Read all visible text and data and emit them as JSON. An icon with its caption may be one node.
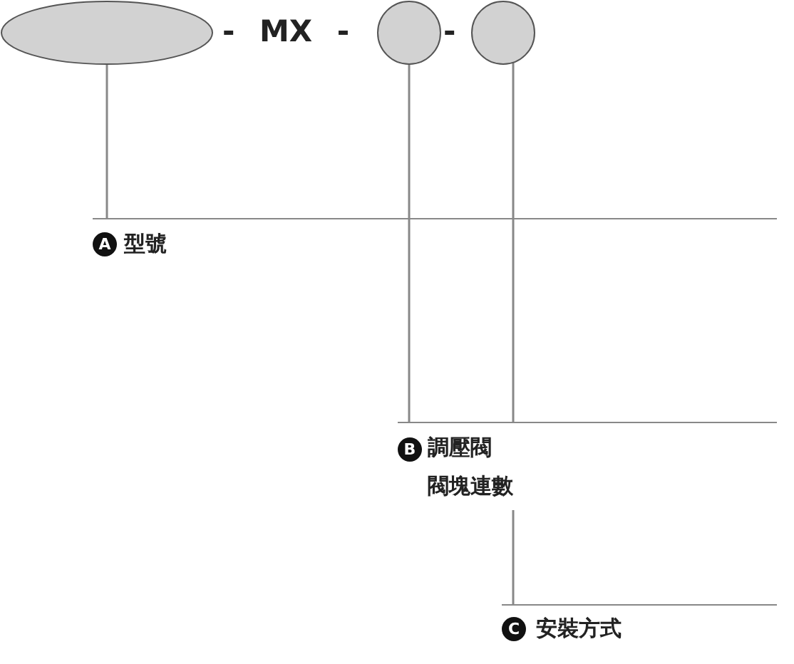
{
  "diagram": {
    "nodes": [
      {
        "text": [],
        "shape": "ellipse"
      },
      {
        "text": [],
        "shape": "circle"
      },
      {
        "text": [],
        "shape": "circle"
      },
      {
        "text": [
          "A",
          "型號"
        ]
      },
      {
        "text": [
          "B",
          "調壓閥",
          "閥塊連數"
        ]
      },
      {
        "text": [
          "C",
          "安裝方式"
        ]
      }
    ],
    "edges": [
      {
        "from": 0,
        "to": 3,
        "arrow": "none"
      },
      {
        "from": 1,
        "to": 4,
        "arrow": "none"
      },
      {
        "from": 2,
        "to": 4,
        "arrow": "none"
      },
      {
        "from": 4,
        "to": 5,
        "arrow": "none"
      }
    ],
    "labels": [
      "- MX -",
      "-"
    ]
  }
}
